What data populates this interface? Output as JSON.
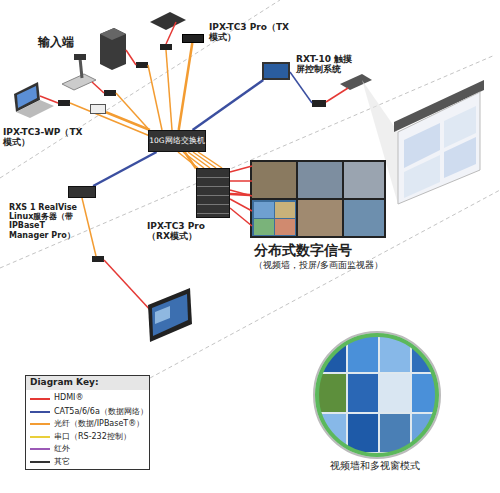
{
  "diagram": {
    "nodes": [
      {
        "text": [
          "IPX-TC3 Pro（TX模式）"
        ]
      },
      {
        "text": [
          "IPX-TC3-WP（TX模式）"
        ]
      },
      {
        "text": [
          "10G网络交换机"
        ]
      },
      {
        "text": [
          "RXT-10 触摸屏控制系统"
        ]
      },
      {
        "text": [
          "RXS 1 RealVise Linux服务器（带IPBaseT Manager Pro）"
        ]
      },
      {
        "text": [
          "IPX-TC3 Pro（RX模式）"
        ]
      },
      {
        "text": [
          "分布式数字信号",
          "（视频墙，投屏/多画面监视器）"
        ]
      }
    ],
    "edges": [
      {
        "from": 0,
        "to": 2,
        "arrow": "none"
      },
      {
        "from": 1,
        "to": 2,
        "arrow": "none"
      },
      {
        "from": 3,
        "to": 2,
        "arrow": "none"
      },
      {
        "from": 4,
        "to": 2,
        "arrow": "none"
      },
      {
        "from": 2,
        "to": 5,
        "arrow": "none"
      },
      {
        "from": 5,
        "to": 6,
        "arrow": "none"
      }
    ],
    "labels": [
      "输入端",
      "Diagram Key:",
      "视频墙和多视窗模式"
    ],
    "legend": [
      {
        "text": "HDMI®"
      },
      {
        "text": "CAT5a/6/6a（数据网络）"
      },
      {
        "text": "光纤（数据/IPBaseT®）"
      },
      {
        "text": "串口（RS-232控制）"
      },
      {
        "text": "红外"
      },
      {
        "text": "其它"
      }
    ]
  }
}
